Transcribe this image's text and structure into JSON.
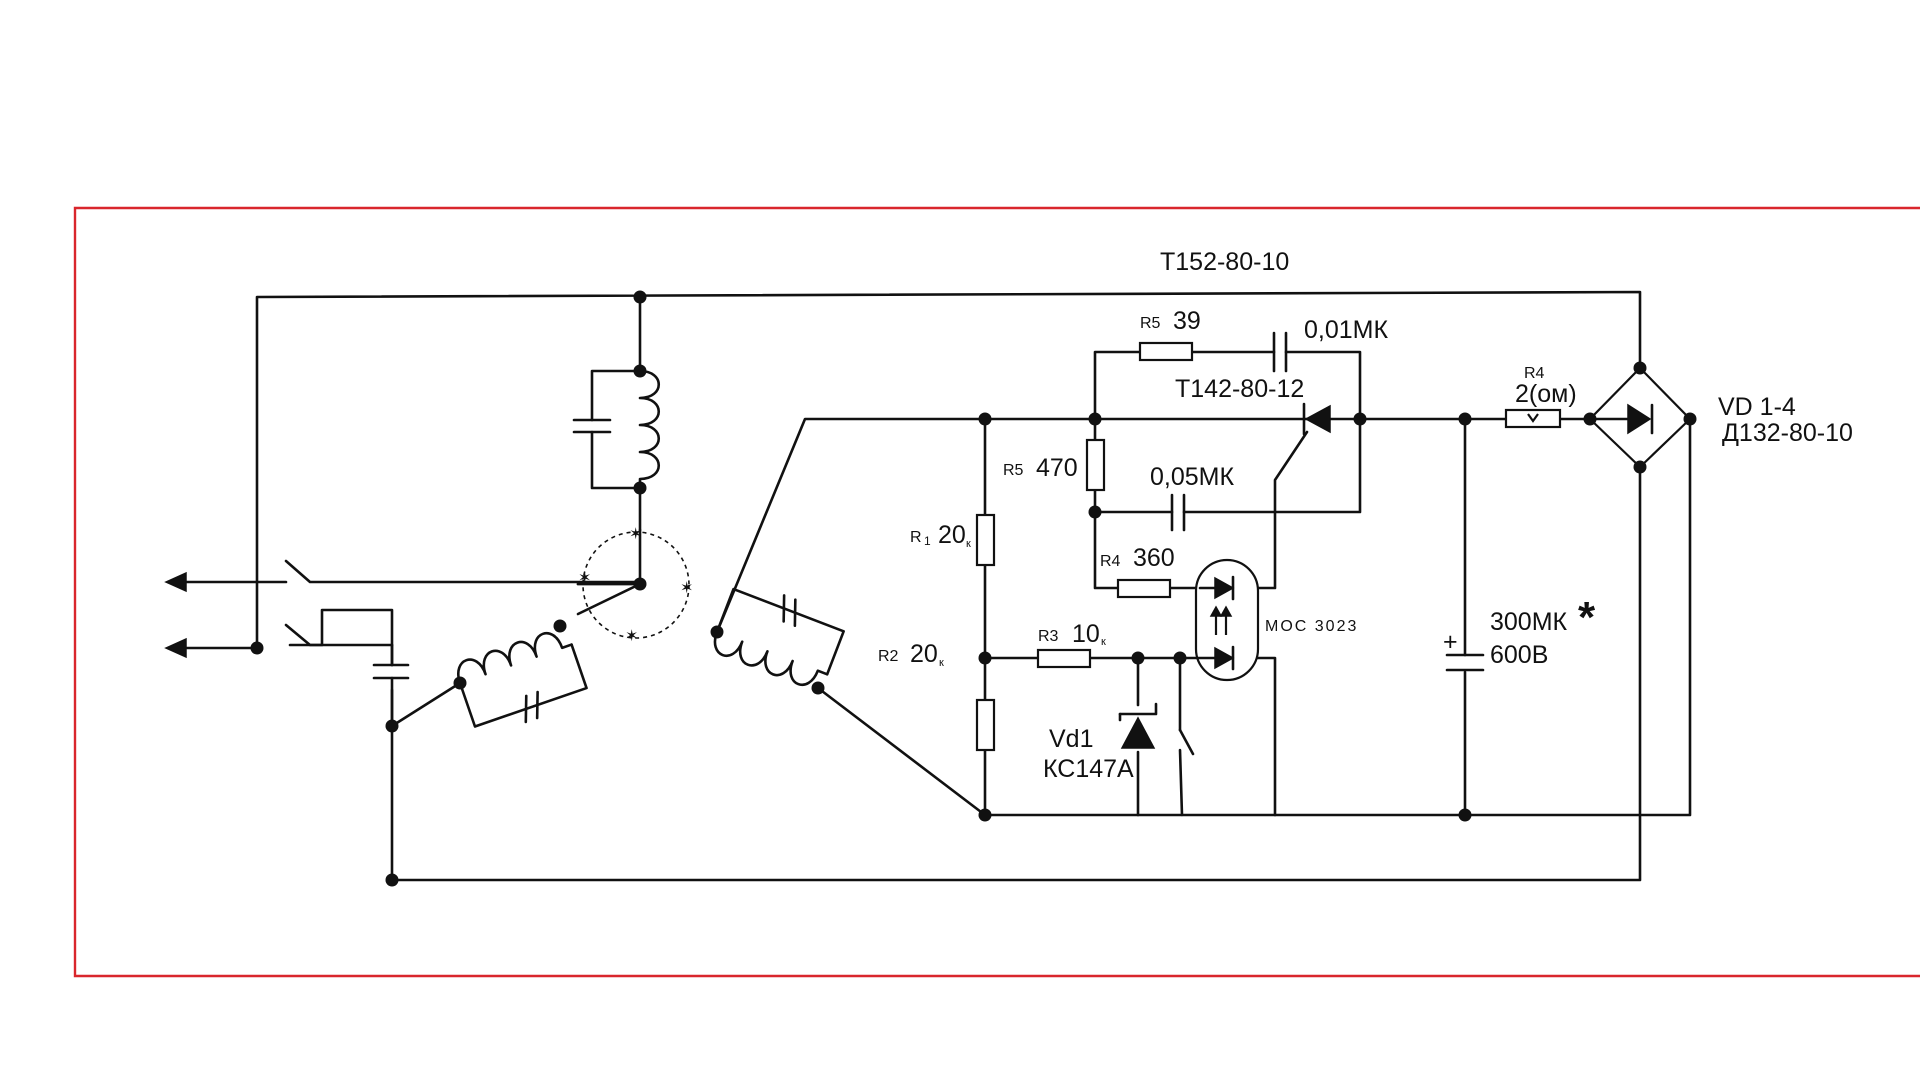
{
  "labels": {
    "top_thyristor": "Т152-80-10",
    "r5a_prefix": "R5",
    "r5a_value": "39",
    "c_001": "0,01МК",
    "thyristor": "Т142-80-12",
    "r4_name": "R4",
    "r4_value": "2(ом)",
    "bridge_name": "VD 1-4",
    "bridge_part": "Д132-80-10",
    "r5b_prefix": "R5",
    "r5b_value": "470",
    "c_005": "0,05МК",
    "r1_prefix": "R",
    "r1_index": "1",
    "r1_value": "20",
    "r1_suffix": "к",
    "r4b_prefix": "R4",
    "r4b_value": "360",
    "opto": "МОС 3023",
    "cap_big_value": "300МК",
    "cap_big_voltage": "600В",
    "cap_star": "*",
    "cap_plus": "+",
    "r2_prefix": "R2",
    "r2_value": "20",
    "r2_suffix": "к",
    "r3_prefix": "R3",
    "r3_value": "10",
    "r3_suffix": "к",
    "zener_name": "Vd1",
    "zener_part": "КС147А"
  },
  "colors": {
    "frame": "#d9262c",
    "ink": "#111111",
    "background": "#ffffff"
  }
}
